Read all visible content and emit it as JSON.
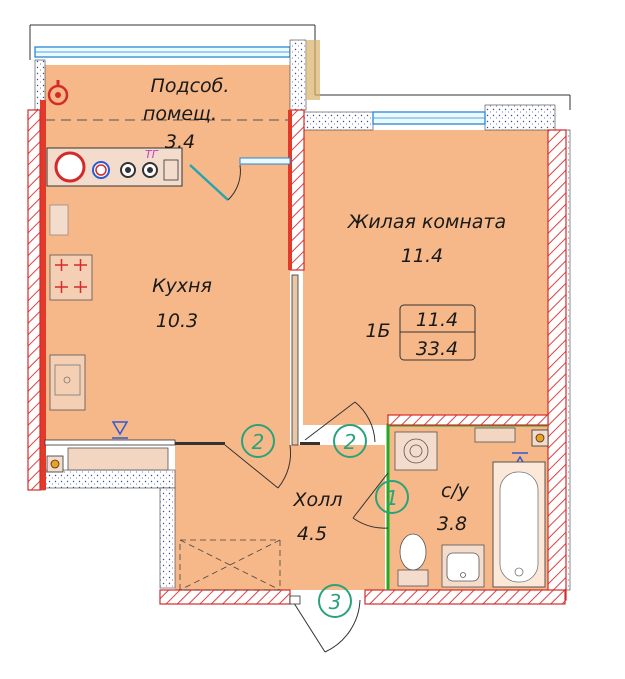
{
  "rooms": {
    "utility": {
      "name_line1": "Подсоб.",
      "name_line2": "помещ.",
      "area": "3.4"
    },
    "kitchen": {
      "name": "Кухня",
      "area": "10.3"
    },
    "living": {
      "name": "Жилая комната",
      "area": "11.4"
    },
    "hall": {
      "name": "Холл",
      "area": "4.5"
    },
    "bathroom": {
      "name": "с/у",
      "area": "3.8"
    }
  },
  "apartment": {
    "type": "1Б",
    "living_area": "11.4",
    "total_area": "33.4"
  },
  "door_markers": [
    "2",
    "2",
    "1",
    "3"
  ],
  "gas_label": "ТГ",
  "colors": {
    "room_fill": "#f7b889",
    "wall_red": "#e23a2a",
    "window_blue": "#2a86d6",
    "marker_green": "#2aa37a"
  }
}
